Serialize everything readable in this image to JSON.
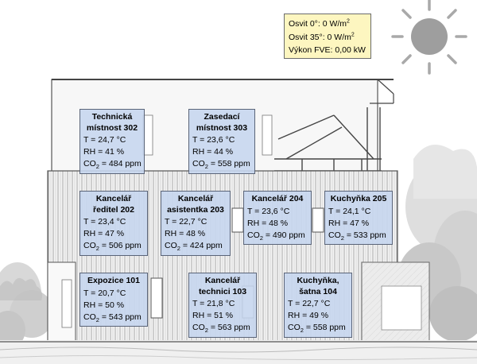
{
  "colors": {
    "room_fill": "#c6d6ee",
    "room_border": "#5a6478",
    "info_fill": "#fdf6c0",
    "sun": "#9e9e9e"
  },
  "icons": {
    "sun": "sun-icon"
  },
  "solar": {
    "osvit_0_label": "Osvit 0°: 0 W/m",
    "osvit_35_label": "Osvit 35°: 0 W/m",
    "unit_exponent": "2",
    "vykon": "Výkon FVE: 0,00 kW"
  },
  "rooms": [
    {
      "title": "Technická místnost 302",
      "t": "T = 24,7 °C",
      "rh": "RH = 41 %",
      "co2_prefix": "CO",
      "co2_sub": "2",
      "co2_value": " = 484 ppm"
    },
    {
      "title": "Zasedací místnost 303",
      "t": "T = 23,6 °C",
      "rh": "RH = 44 %",
      "co2_prefix": "CO",
      "co2_sub": "2",
      "co2_value": " = 558 ppm"
    },
    {
      "title": "Kancelář ředitel 202",
      "t": "T = 23,4 °C",
      "rh": "RH = 47 %",
      "co2_prefix": "CO",
      "co2_sub": "2",
      "co2_value": " = 506 ppm"
    },
    {
      "title": "Kancelář asistentka 203",
      "t": "T = 22,7 °C",
      "rh": "RH = 48 %",
      "co2_prefix": "CO",
      "co2_sub": "2",
      "co2_value": " = 424 ppm"
    },
    {
      "title": "Kancelář 204",
      "t": "T = 23,6 °C",
      "rh": "RH = 48 %",
      "co2_prefix": "CO",
      "co2_sub": "2",
      "co2_value": " = 490 ppm"
    },
    {
      "title": "Kuchyňka 205",
      "t": "T = 24,1 °C",
      "rh": "RH = 47 %",
      "co2_prefix": "CO",
      "co2_sub": "2",
      "co2_value": " = 533 ppm"
    },
    {
      "title": "Expozice 101",
      "t": "T = 20,7 °C",
      "rh": "RH = 50 %",
      "co2_prefix": "CO",
      "co2_sub": "2",
      "co2_value": " = 543 ppm"
    },
    {
      "title": "Kancelář technici 103",
      "t": "T = 21,8 °C",
      "rh": "RH = 51 %",
      "co2_prefix": "CO",
      "co2_sub": "2",
      "co2_value": " = 563 ppm"
    },
    {
      "title": "Kuchyňka, šatna 104",
      "t": "T = 22,7 °C",
      "rh": "RH = 49 %",
      "co2_prefix": "CO",
      "co2_sub": "2",
      "co2_value": " = 558 ppm"
    }
  ]
}
